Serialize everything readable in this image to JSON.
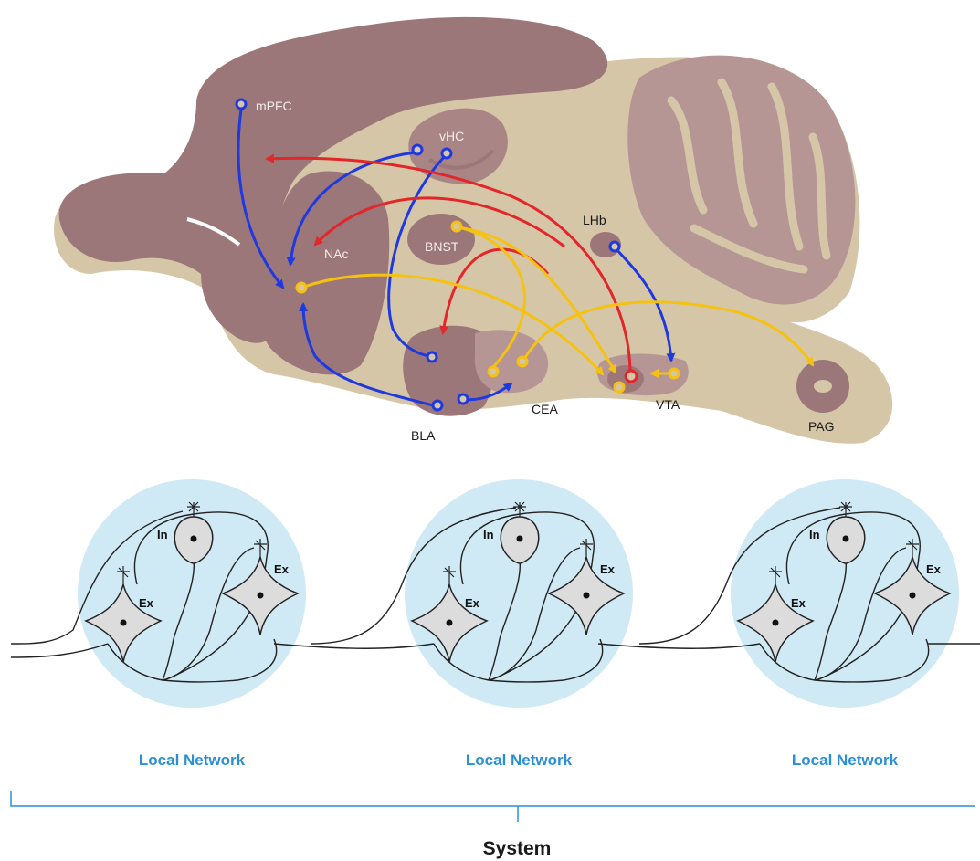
{
  "colors": {
    "tissue": "#9c7779",
    "background_tissue": "#d6c6a8",
    "blue": "#1f39e0",
    "red": "#e2262a",
    "yellow": "#f5c211",
    "network": "#cfe9f5",
    "network_label": "#2a8fd6"
  },
  "brain": {
    "regions": {
      "mpfc": "mPFC",
      "vhc": "vHC",
      "nac": "NAc",
      "bnst": "BNST",
      "lhb": "LHb",
      "bla": "BLA",
      "cea": "CEA",
      "vta": "VTA",
      "pag": "PAG"
    }
  },
  "networks": [
    {
      "label": "Local Network",
      "inhibitory": "In",
      "excitatory_a": "Ex",
      "excitatory_b": "Ex"
    },
    {
      "label": "Local Network",
      "inhibitory": "In",
      "excitatory_a": "Ex",
      "excitatory_b": "Ex"
    },
    {
      "label": "Local Network",
      "inhibitory": "In",
      "excitatory_a": "Ex",
      "excitatory_b": "Ex"
    }
  ],
  "system_label": "System"
}
